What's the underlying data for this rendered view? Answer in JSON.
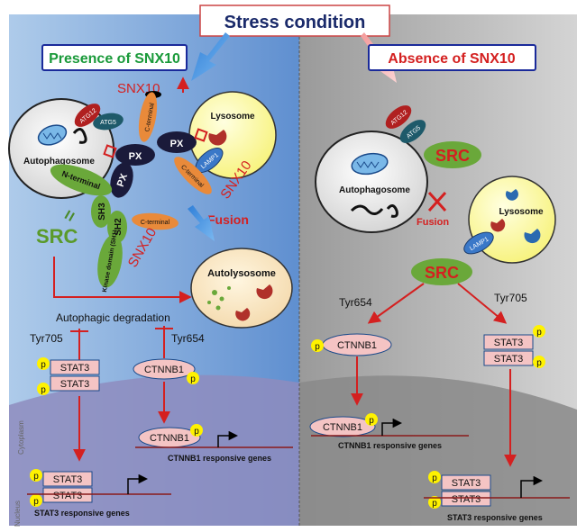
{
  "header": {
    "title": "Stress condition"
  },
  "left_panel": {
    "title": "Presence of SNX10",
    "labels": {
      "snx10_up": "SNX10",
      "atg12": "ATG12",
      "atg5": "ATG5",
      "lysosome": "Lysosome",
      "autophagosome": "Autophagosome",
      "lamp1": "LAMP1",
      "px": "PX",
      "c_terminal": "C-terminal",
      "n_terminal": "N-terminal",
      "sh3": "SH3",
      "sh2": "SH2",
      "kinase": "Kinase domain (SH1)",
      "src": "SRC",
      "snx10_right": "SNX10",
      "snx10_bottom": "SNX10",
      "fusion": "Fusion",
      "autolysosome": "Autolysosome",
      "autophagic_degradation": "Autophagic degradation",
      "tyr705": "Tyr705",
      "tyr654": "Tyr654",
      "stat3": "STAT3",
      "ctnnb1": "CTNNB1",
      "p": "p",
      "ctnnb1_genes": "CTNNB1 responsive genes",
      "stat3_genes": "STAT3 responsive genes",
      "cytoplasm": "Cytoplasm",
      "nucleus": "Nucleus"
    }
  },
  "right_panel": {
    "title": "Absence of SNX10",
    "labels": {
      "atg12": "ATG12",
      "atg5": "ATG5",
      "src": "SRC",
      "autophagosome": "Autophagosome",
      "lysosome": "Lysosome",
      "fusion": "Fusion",
      "lamp1": "LAMP1",
      "tyr654": "Tyr654",
      "tyr705": "Tyr705",
      "ctnnb1": "CTNNB1",
      "stat3": "STAT3",
      "p": "p",
      "ctnnb1_genes": "CTNNB1 responsive genes",
      "stat3_genes": "STAT3 responsive genes"
    }
  },
  "colors": {
    "red": "#d42020",
    "green_title": "#1a9a3a",
    "navy": "#1a2a6a",
    "lysosome_yellow": "#fdfba0",
    "src_green": "#5a9a2a",
    "pill_pink": "#f4c4c4",
    "p_yellow": "#fff200"
  }
}
